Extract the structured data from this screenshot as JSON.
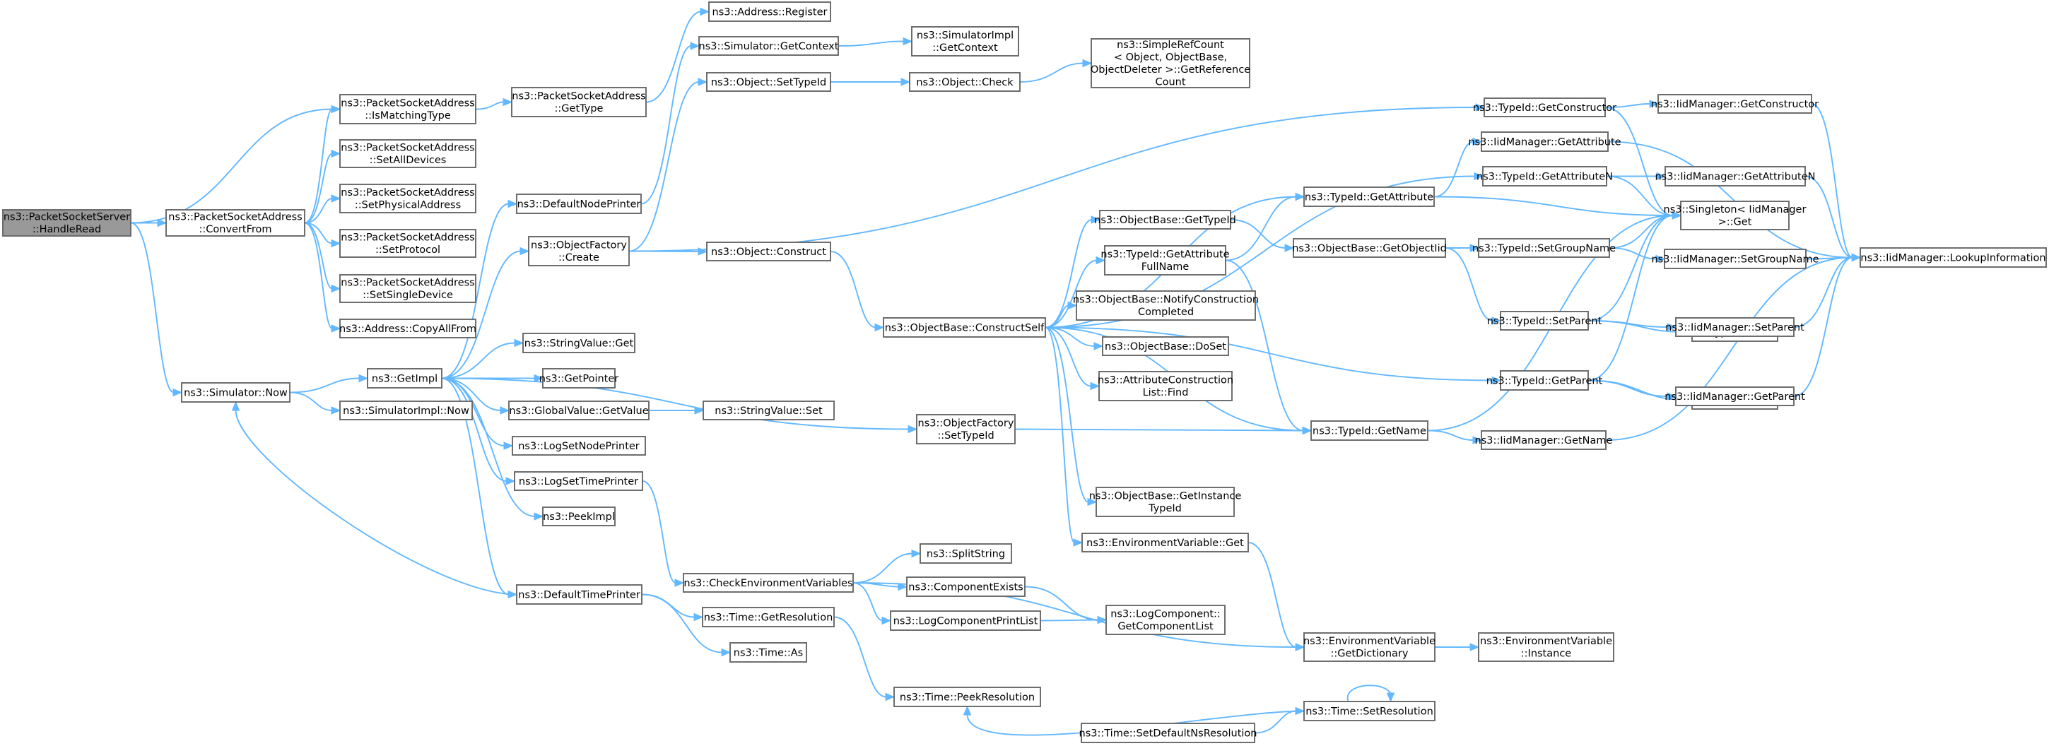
{
  "diagram": {
    "nodes": [
      {
        "id": "handleRead",
        "lines": [
          "ns3::PacketSocketServer",
          "::HandleRead"
        ],
        "root": true
      },
      {
        "id": "convertFrom",
        "lines": [
          "ns3::PacketSocketAddress",
          "::ConvertFrom"
        ]
      },
      {
        "id": "isMatchingType",
        "lines": [
          "ns3::PacketSocketAddress",
          "::IsMatchingType"
        ]
      },
      {
        "id": "setAllDevices",
        "lines": [
          "ns3::PacketSocketAddress",
          "::SetAllDevices"
        ]
      },
      {
        "id": "setPhysicalAddress",
        "lines": [
          "ns3::PacketSocketAddress",
          "::SetPhysicalAddress"
        ]
      },
      {
        "id": "setProtocol",
        "lines": [
          "ns3::PacketSocketAddress",
          "::SetProtocol"
        ]
      },
      {
        "id": "setSingleDevice",
        "lines": [
          "ns3::PacketSocketAddress",
          "::SetSingleDevice"
        ]
      },
      {
        "id": "copyAllFrom",
        "lines": [
          "ns3::Address::CopyAllFrom"
        ]
      },
      {
        "id": "psaGetType",
        "lines": [
          "ns3::PacketSocketAddress",
          "::GetType"
        ]
      },
      {
        "id": "addressRegister",
        "lines": [
          "ns3::Address::Register"
        ]
      },
      {
        "id": "simNow",
        "lines": [
          "ns3::Simulator::Now"
        ]
      },
      {
        "id": "getImpl",
        "lines": [
          "ns3::GetImpl"
        ]
      },
      {
        "id": "simImplNow",
        "lines": [
          "ns3::SimulatorImpl::Now"
        ]
      },
      {
        "id": "defaultNodePrinter",
        "lines": [
          "ns3::DefaultNodePrinter"
        ]
      },
      {
        "id": "objectFactoryCreate",
        "lines": [
          "ns3::ObjectFactory",
          "::Create"
        ]
      },
      {
        "id": "simGetContext",
        "lines": [
          "ns3::Simulator::GetContext"
        ]
      },
      {
        "id": "simImplGetContext",
        "lines": [
          "ns3::SimulatorImpl",
          "::GetContext"
        ]
      },
      {
        "id": "objSetTypeId",
        "lines": [
          "ns3::Object::SetTypeId"
        ]
      },
      {
        "id": "objCheck",
        "lines": [
          "ns3::Object::Check"
        ]
      },
      {
        "id": "refCount",
        "lines": [
          "ns3::SimpleRefCount",
          "< Object, ObjectBase,",
          "ObjectDeleter >::GetReference",
          "Count"
        ]
      },
      {
        "id": "objConstruct",
        "lines": [
          "ns3::Object::Construct"
        ]
      },
      {
        "id": "stringValueGet",
        "lines": [
          "ns3::StringValue::Get"
        ]
      },
      {
        "id": "getPointer",
        "lines": [
          "ns3::GetPointer"
        ]
      },
      {
        "id": "globalValueGetValue",
        "lines": [
          "ns3::GlobalValue::GetValue"
        ]
      },
      {
        "id": "stringValueSet",
        "lines": [
          "ns3::StringValue::Set"
        ]
      },
      {
        "id": "logSetNodePrinter",
        "lines": [
          "ns3::LogSetNodePrinter"
        ]
      },
      {
        "id": "logSetTimePrinter",
        "lines": [
          "ns3::LogSetTimePrinter"
        ]
      },
      {
        "id": "peekImpl",
        "lines": [
          "ns3::PeekImpl"
        ]
      },
      {
        "id": "defaultTimePrinter",
        "lines": [
          "ns3::DefaultTimePrinter"
        ]
      },
      {
        "id": "objectFactorySetTypeId",
        "lines": [
          "ns3::ObjectFactory",
          "::SetTypeId"
        ]
      },
      {
        "id": "checkEnv",
        "lines": [
          "ns3::CheckEnvironmentVariables"
        ]
      },
      {
        "id": "splitString",
        "lines": [
          "ns3::SplitString"
        ]
      },
      {
        "id": "componentExists",
        "lines": [
          "ns3::ComponentExists"
        ]
      },
      {
        "id": "logComponentPrintList",
        "lines": [
          "ns3::LogComponentPrintList"
        ]
      },
      {
        "id": "getComponentList",
        "lines": [
          "ns3::LogComponent::",
          "GetComponentList"
        ]
      },
      {
        "id": "timeGetResolution",
        "lines": [
          "ns3::Time::GetResolution"
        ]
      },
      {
        "id": "timeAs",
        "lines": [
          "ns3::Time::As"
        ]
      },
      {
        "id": "timePeekResolution",
        "lines": [
          "ns3::Time::PeekResolution"
        ]
      },
      {
        "id": "timeSetDefaultNs",
        "lines": [
          "ns3::Time::SetDefaultNsResolution"
        ]
      },
      {
        "id": "timeSetResolution",
        "lines": [
          "ns3::Time::SetResolution"
        ]
      },
      {
        "id": "constructSelf",
        "lines": [
          "ns3::ObjectBase::ConstructSelf"
        ]
      },
      {
        "id": "obGetTypeId",
        "lines": [
          "ns3::ObjectBase::GetTypeId"
        ]
      },
      {
        "id": "typeIdGetAttrFullName",
        "lines": [
          "ns3::TypeId::GetAttribute",
          "FullName"
        ]
      },
      {
        "id": "obNotifyConstruction",
        "lines": [
          "ns3::ObjectBase::NotifyConstruction",
          "Completed"
        ]
      },
      {
        "id": "obDoSet",
        "lines": [
          "ns3::ObjectBase::DoSet"
        ]
      },
      {
        "id": "attrConstructionFind",
        "lines": [
          "ns3::AttributeConstruction",
          "List::Find"
        ]
      },
      {
        "id": "obGetInstanceTypeId",
        "lines": [
          "ns3::ObjectBase::GetInstance",
          "TypeId"
        ]
      },
      {
        "id": "envVarGet",
        "lines": [
          "ns3::EnvironmentVariable::Get"
        ]
      },
      {
        "id": "typeIdGetAttribute",
        "lines": [
          "ns3::TypeId::GetAttribute"
        ]
      },
      {
        "id": "obGetObjectIid",
        "lines": [
          "ns3::ObjectBase::GetObjectIid"
        ]
      },
      {
        "id": "typeIdGetName",
        "lines": [
          "ns3::TypeId::GetName"
        ]
      },
      {
        "id": "envVarGetDictionary",
        "lines": [
          "ns3::EnvironmentVariable",
          "::GetDictionary"
        ]
      },
      {
        "id": "envVarInstance",
        "lines": [
          "ns3::EnvironmentVariable",
          "::Instance"
        ]
      },
      {
        "id": "typeIdGetConstructor",
        "lines": [
          "ns3::TypeId::GetConstructor"
        ]
      },
      {
        "id": "iidGetConstructor",
        "lines": [
          "ns3::IidManager::GetConstructor"
        ]
      },
      {
        "id": "iidGetAttribute",
        "lines": [
          "ns3::IidManager::GetAttribute"
        ]
      },
      {
        "id": "typeIdGetAttributeN",
        "lines": [
          "ns3::TypeId::GetAttributeN"
        ]
      },
      {
        "id": "iidGetAttributeN",
        "lines": [
          "ns3::IidManager::GetAttributeN"
        ]
      },
      {
        "id": "singletonGet",
        "lines": [
          "ns3::Singleton< IidManager",
          ">::Get"
        ]
      },
      {
        "id": "typeIdSetGroupName",
        "lines": [
          "ns3::TypeId::SetGroupName"
        ]
      },
      {
        "id": "iidSetGroupName",
        "lines": [
          "ns3::IidManager::SetGroupName"
        ]
      },
      {
        "id": "iidLookup",
        "lines": [
          "ns3::IidManager::LookupInformation"
        ]
      },
      {
        "id": "typeIdSetParent",
        "lines": [
          "ns3::TypeId::SetParent"
        ]
      },
      {
        "id": "typeIdGetUid",
        "lines": [
          "ns3::TypeId::GetUid"
        ]
      },
      {
        "id": "iidSetParent",
        "lines": [
          "ns3::IidManager::SetParent"
        ]
      },
      {
        "id": "typeIdGetParent",
        "lines": [
          "ns3::TypeId::GetParent"
        ]
      },
      {
        "id": "typeIdTypeId",
        "lines": [
          "ns3::TypeId::TypeId"
        ]
      },
      {
        "id": "iidGetParent",
        "lines": [
          "ns3::IidManager::GetParent"
        ]
      },
      {
        "id": "iidGetName",
        "lines": [
          "ns3::IidManager::GetName"
        ]
      }
    ],
    "edges": [
      [
        "handleRead",
        "convertFrom"
      ],
      [
        "handleRead",
        "isMatchingType"
      ],
      [
        "handleRead",
        "simNow"
      ],
      [
        "convertFrom",
        "isMatchingType"
      ],
      [
        "convertFrom",
        "setAllDevices"
      ],
      [
        "convertFrom",
        "setPhysicalAddress"
      ],
      [
        "convertFrom",
        "setProtocol"
      ],
      [
        "convertFrom",
        "setSingleDevice"
      ],
      [
        "convertFrom",
        "copyAllFrom"
      ],
      [
        "isMatchingType",
        "psaGetType"
      ],
      [
        "psaGetType",
        "addressRegister"
      ],
      [
        "simNow",
        "getImpl"
      ],
      [
        "simNow",
        "simImplNow"
      ],
      [
        "getImpl",
        "defaultNodePrinter"
      ],
      [
        "getImpl",
        "objectFactoryCreate"
      ],
      [
        "getImpl",
        "stringValueGet"
      ],
      [
        "getImpl",
        "getPointer"
      ],
      [
        "getImpl",
        "globalValueGetValue"
      ],
      [
        "getImpl",
        "logSetNodePrinter"
      ],
      [
        "getImpl",
        "logSetTimePrinter"
      ],
      [
        "getImpl",
        "peekImpl"
      ],
      [
        "getImpl",
        "defaultTimePrinter"
      ],
      [
        "getImpl",
        "objectFactorySetTypeId"
      ],
      [
        "defaultNodePrinter",
        "simGetContext"
      ],
      [
        "simGetContext",
        "simImplGetContext"
      ],
      [
        "objectFactoryCreate",
        "objSetTypeId"
      ],
      [
        "objectFactoryCreate",
        "objConstruct"
      ],
      [
        "objectFactoryCreate",
        "typeIdGetConstructor"
      ],
      [
        "objSetTypeId",
        "objCheck"
      ],
      [
        "objCheck",
        "refCount"
      ],
      [
        "objConstruct",
        "constructSelf"
      ],
      [
        "globalValueGetValue",
        "stringValueSet"
      ],
      [
        "logSetTimePrinter",
        "checkEnv"
      ],
      [
        "defaultTimePrinter",
        "simNow"
      ],
      [
        "defaultTimePrinter",
        "timeGetResolution"
      ],
      [
        "defaultTimePrinter",
        "timeAs"
      ],
      [
        "checkEnv",
        "splitString"
      ],
      [
        "checkEnv",
        "componentExists"
      ],
      [
        "checkEnv",
        "logComponentPrintList"
      ],
      [
        "checkEnv",
        "envVarGetDictionary"
      ],
      [
        "componentExists",
        "getComponentList"
      ],
      [
        "logComponentPrintList",
        "getComponentList"
      ],
      [
        "timeGetResolution",
        "timePeekResolution"
      ],
      [
        "timeSetResolution",
        "timePeekResolution"
      ],
      [
        "timeSetDefaultNs",
        "timeSetResolution"
      ],
      [
        "timeSetResolution",
        "timeSetResolution"
      ],
      [
        "objectFactorySetTypeId",
        "typeIdGetName"
      ],
      [
        "constructSelf",
        "obGetTypeId"
      ],
      [
        "constructSelf",
        "typeIdGetAttrFullName"
      ],
      [
        "constructSelf",
        "obNotifyConstruction"
      ],
      [
        "constructSelf",
        "obDoSet"
      ],
      [
        "constructSelf",
        "attrConstructionFind"
      ],
      [
        "constructSelf",
        "obGetInstanceTypeId"
      ],
      [
        "constructSelf",
        "envVarGet"
      ],
      [
        "constructSelf",
        "typeIdGetAttribute"
      ],
      [
        "constructSelf",
        "typeIdGetAttributeN"
      ],
      [
        "constructSelf",
        "typeIdGetName"
      ],
      [
        "constructSelf",
        "typeIdGetParent"
      ],
      [
        "obGetTypeId",
        "obGetObjectIid"
      ],
      [
        "typeIdGetAttrFullName",
        "typeIdGetAttribute"
      ],
      [
        "typeIdGetAttrFullName",
        "typeIdGetName"
      ],
      [
        "envVarGet",
        "envVarGetDictionary"
      ],
      [
        "envVarGetDictionary",
        "envVarInstance"
      ],
      [
        "obGetObjectIid",
        "typeIdSetGroupName"
      ],
      [
        "obGetObjectIid",
        "typeIdSetParent"
      ],
      [
        "typeIdGetAttribute",
        "iidGetAttribute"
      ],
      [
        "typeIdGetAttribute",
        "singletonGet"
      ],
      [
        "typeIdGetConstructor",
        "iidGetConstructor"
      ],
      [
        "typeIdGetConstructor",
        "singletonGet"
      ],
      [
        "iidGetConstructor",
        "iidLookup"
      ],
      [
        "iidGetAttribute",
        "iidLookup"
      ],
      [
        "typeIdGetAttributeN",
        "iidGetAttributeN"
      ],
      [
        "typeIdGetAttributeN",
        "singletonGet"
      ],
      [
        "iidGetAttributeN",
        "iidLookup"
      ],
      [
        "typeIdSetGroupName",
        "iidSetGroupName"
      ],
      [
        "typeIdSetGroupName",
        "singletonGet"
      ],
      [
        "iidSetGroupName",
        "iidLookup"
      ],
      [
        "typeIdSetParent",
        "typeIdGetUid"
      ],
      [
        "typeIdSetParent",
        "iidSetParent"
      ],
      [
        "typeIdSetParent",
        "singletonGet"
      ],
      [
        "iidSetParent",
        "iidLookup"
      ],
      [
        "typeIdGetParent",
        "typeIdTypeId"
      ],
      [
        "typeIdGetParent",
        "iidGetParent"
      ],
      [
        "typeIdGetParent",
        "singletonGet"
      ],
      [
        "iidGetParent",
        "iidLookup"
      ],
      [
        "typeIdGetName",
        "iidGetName"
      ],
      [
        "typeIdGetName",
        "singletonGet"
      ],
      [
        "iidGetName",
        "iidLookup"
      ]
    ]
  }
}
